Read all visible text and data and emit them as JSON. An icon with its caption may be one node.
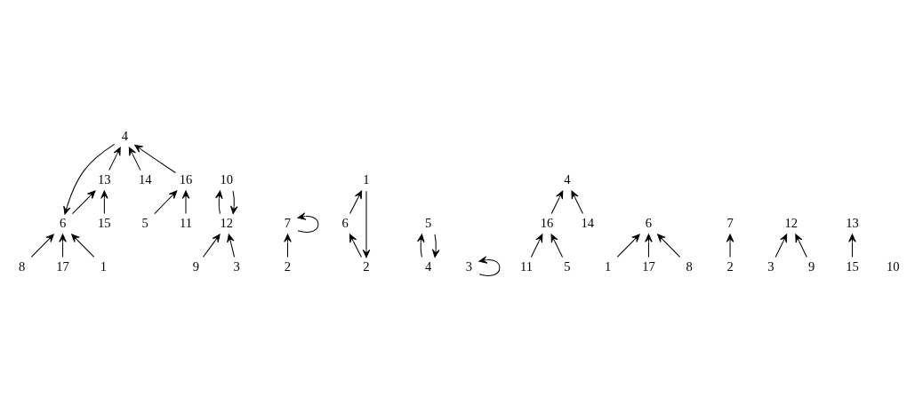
{
  "diagram": {
    "nodes": [
      {
        "text": [
          "8"
        ]
      },
      {
        "text": [
          "17"
        ]
      },
      {
        "text": [
          "1"
        ]
      },
      {
        "text": [
          "6"
        ]
      },
      {
        "text": [
          "14"
        ]
      },
      {
        "text": [
          "4"
        ]
      },
      {
        "text": [
          "5"
        ]
      },
      {
        "text": [
          "16"
        ]
      },
      {
        "text": [
          "13"
        ]
      },
      {
        "text": [
          "11"
        ]
      },
      {
        "text": [
          "15"
        ]
      },
      {
        "text": [
          "9"
        ]
      },
      {
        "text": [
          "7"
        ]
      },
      {
        "text": [
          "2"
        ]
      },
      {
        "text": [
          "10"
        ]
      },
      {
        "text": [
          "12"
        ]
      },
      {
        "text": [
          "3"
        ]
      },
      {
        "text": [
          "2"
        ]
      },
      {
        "text": [
          "1"
        ]
      },
      {
        "text": [
          "4"
        ]
      },
      {
        "text": [
          "5"
        ]
      },
      {
        "text": [
          "3"
        ]
      },
      {
        "text": [
          "6"
        ]
      },
      {
        "text": [
          "4"
        ]
      },
      {
        "text": [
          "16"
        ]
      },
      {
        "text": [
          "14"
        ]
      },
      {
        "text": [
          "6"
        ]
      },
      {
        "text": [
          "7"
        ]
      },
      {
        "text": [
          "12"
        ]
      },
      {
        "text": [
          "13"
        ]
      },
      {
        "text": [
          "11"
        ]
      },
      {
        "text": [
          "5"
        ]
      },
      {
        "text": [
          "1"
        ]
      },
      {
        "text": [
          "17"
        ]
      },
      {
        "text": [
          "8"
        ]
      },
      {
        "text": [
          "2"
        ]
      },
      {
        "text": [
          "10"
        ]
      },
      {
        "text": [
          "3"
        ]
      },
      {
        "text": [
          "9"
        ]
      },
      {
        "text": [
          "15"
        ]
      }
    ],
    "edges": [
      {
        "from": 0,
        "to": 3,
        "arrow": "to"
      },
      {
        "from": 1,
        "to": 3,
        "arrow": "to"
      },
      {
        "from": 2,
        "to": 3,
        "arrow": "to"
      },
      {
        "from": 3,
        "to": 8,
        "arrow": "to"
      },
      {
        "from": 8,
        "to": 5,
        "arrow": "to"
      },
      {
        "from": 5,
        "to": 3,
        "arrow": "to"
      },
      {
        "from": 4,
        "to": 5,
        "arrow": "to"
      },
      {
        "from": 7,
        "to": 5,
        "arrow": "to"
      },
      {
        "from": 6,
        "to": 7,
        "arrow": "to"
      },
      {
        "from": 9,
        "to": 7,
        "arrow": "to"
      },
      {
        "from": 10,
        "to": 8,
        "arrow": "to"
      },
      {
        "from": 12,
        "to": 12,
        "arrow": "to"
      },
      {
        "from": 13,
        "to": 12,
        "arrow": "to"
      },
      {
        "from": 14,
        "to": 15,
        "arrow": "to"
      },
      {
        "from": 15,
        "to": 14,
        "arrow": "to"
      },
      {
        "from": 11,
        "to": 15,
        "arrow": "to"
      },
      {
        "from": 16,
        "to": 15,
        "arrow": "to"
      },
      {
        "from": 18,
        "to": 17,
        "arrow": "to"
      },
      {
        "from": 17,
        "to": 22,
        "arrow": "to"
      },
      {
        "from": 22,
        "to": 18,
        "arrow": "to"
      },
      {
        "from": 20,
        "to": 19,
        "arrow": "to"
      },
      {
        "from": 19,
        "to": 20,
        "arrow": "to"
      },
      {
        "from": 21,
        "to": 21,
        "arrow": "to"
      },
      {
        "from": 24,
        "to": 23,
        "arrow": "to"
      },
      {
        "from": 25,
        "to": 23,
        "arrow": "to"
      },
      {
        "from": 30,
        "to": 24,
        "arrow": "to"
      },
      {
        "from": 31,
        "to": 24,
        "arrow": "to"
      },
      {
        "from": 32,
        "to": 26,
        "arrow": "to"
      },
      {
        "from": 33,
        "to": 26,
        "arrow": "to"
      },
      {
        "from": 34,
        "to": 26,
        "arrow": "to"
      },
      {
        "from": 35,
        "to": 27,
        "arrow": "to"
      },
      {
        "from": 37,
        "to": 28,
        "arrow": "to"
      },
      {
        "from": 38,
        "to": 28,
        "arrow": "to"
      },
      {
        "from": 39,
        "to": 29,
        "arrow": "to"
      }
    ]
  }
}
